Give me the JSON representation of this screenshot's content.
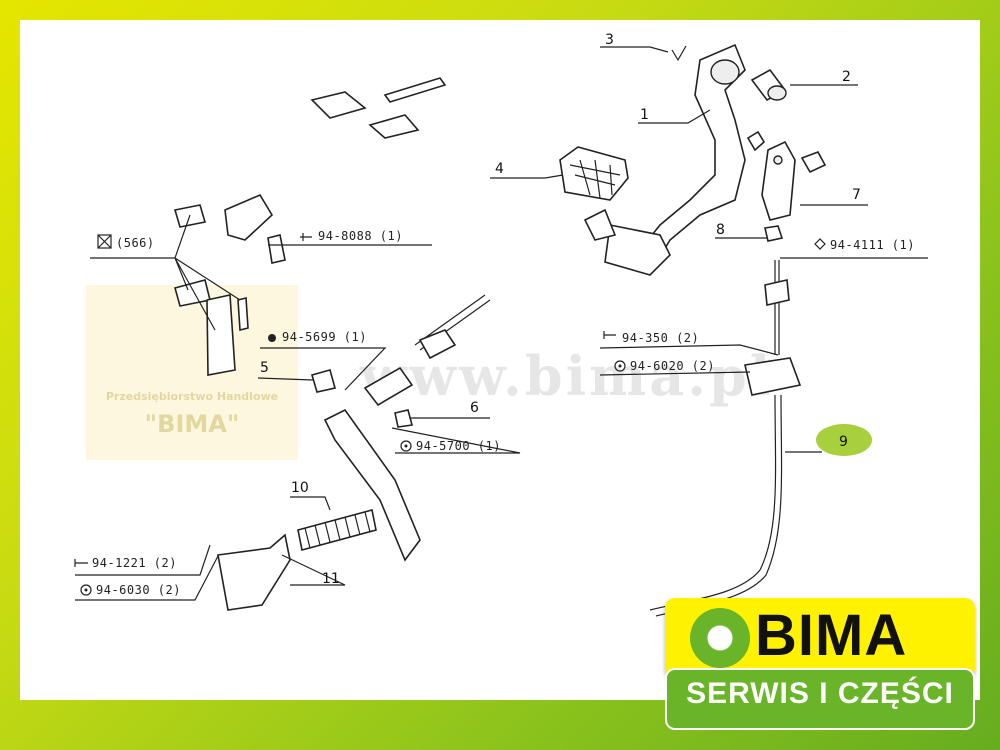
{
  "watermark": {
    "site": "www.bima.pl",
    "company_small": "Przedsiębiorstwo Handlowe",
    "company_big": "\"BIMA\""
  },
  "logo": {
    "word": "BIMA",
    "subtitle": "SERWIS I CZĘŚCI"
  },
  "callouts": {
    "n1": "1",
    "n2": "2",
    "n3": "3",
    "n4": "4",
    "n5": "5",
    "n6": "6",
    "n7": "7",
    "n8": "8",
    "n9": "9",
    "n10": "10",
    "n11": "11"
  },
  "refs": {
    "r566": "(566)",
    "r8088": "94-8088 (1)",
    "r5699": "94-5699 (1)",
    "r5700": "94-5700 (1)",
    "r4111": "94-4111 (1)",
    "r350": "94-350 (2)",
    "r6020": "94-6020 (2)",
    "r1221": "94-1221 (2)",
    "r6030": "94-6030 (2)"
  },
  "colors": {
    "border_gradient": [
      "#e5e600",
      "#66ad1f"
    ],
    "highlight_9": "#a8cf3c",
    "logo_yellow": "#fff200",
    "logo_green": "#6ab42a"
  }
}
